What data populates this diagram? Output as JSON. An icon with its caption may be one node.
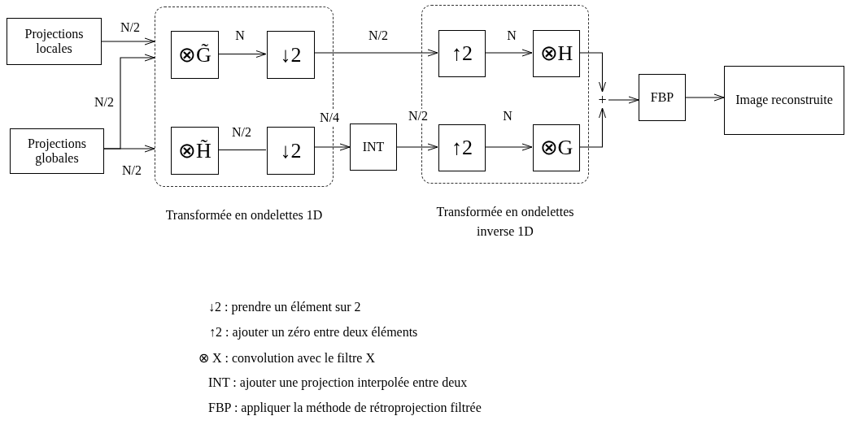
{
  "diagram": {
    "nodes": [
      {
        "text": [
          "Transformée en ondelettes 1D"
        ]
      },
      {
        "text": [
          "Projections locales"
        ]
      },
      {
        "text": [
          "Projections globales"
        ]
      },
      {
        "text": [
          "⊗G̃"
        ],
        "in": 0
      },
      {
        "text": [
          "↓2"
        ],
        "in": 0
      },
      {
        "text": [
          "⊗H̃"
        ],
        "in": 0
      },
      {
        "text": [
          "↓2"
        ],
        "in": 0
      },
      {
        "text": [
          "INT"
        ]
      },
      {
        "text": [
          "Transformée en ondelettes inverse 1D"
        ]
      },
      {
        "text": [
          "↑2"
        ],
        "in": 8
      },
      {
        "text": [
          "⊗H"
        ],
        "in": 8
      },
      {
        "text": [
          "↑2"
        ],
        "in": 8
      },
      {
        "text": [
          "⊗G"
        ],
        "in": 8
      },
      {
        "text": [
          "+"
        ]
      },
      {
        "text": [
          "FBP"
        ]
      },
      {
        "text": [
          "Image reconstruite"
        ]
      }
    ],
    "edges": [
      {
        "from": 1,
        "to": 0,
        "arrow": "to",
        "label": "N/2"
      },
      {
        "from": 2,
        "to": 0,
        "arrow": "to",
        "label": "N/2"
      },
      {
        "from": 2,
        "to": 0,
        "arrow": "to",
        "label": "N/2"
      },
      {
        "from": 3,
        "to": 4,
        "arrow": "to",
        "label": "N"
      },
      {
        "from": 4,
        "to": 9,
        "arrow": "to",
        "label": "N/2"
      },
      {
        "from": 5,
        "to": 6,
        "arrow": "none",
        "label": "N/2"
      },
      {
        "from": 6,
        "to": 7,
        "arrow": "to",
        "label": "N/4"
      },
      {
        "from": 7,
        "to": 11,
        "arrow": "to",
        "label": "N/2"
      },
      {
        "from": 9,
        "to": 10,
        "arrow": "to",
        "label": "N"
      },
      {
        "from": 11,
        "to": 12,
        "arrow": "to",
        "label": "N"
      },
      {
        "from": 10,
        "to": 13,
        "arrow": "to"
      },
      {
        "from": 12,
        "to": 13,
        "arrow": "to"
      },
      {
        "from": 13,
        "to": 14,
        "arrow": "to"
      },
      {
        "from": 14,
        "to": 15,
        "arrow": "to"
      }
    ],
    "labels": [
      "↓2 : prendre un élément sur 2",
      "↑2 : ajouter un zéro entre deux éléments",
      "⊗ X : convolution avec le filtre X",
      "INT : ajouter une projection interpolée entre deux",
      "FBP : appliquer la méthode de rétroprojection filtrée"
    ]
  }
}
